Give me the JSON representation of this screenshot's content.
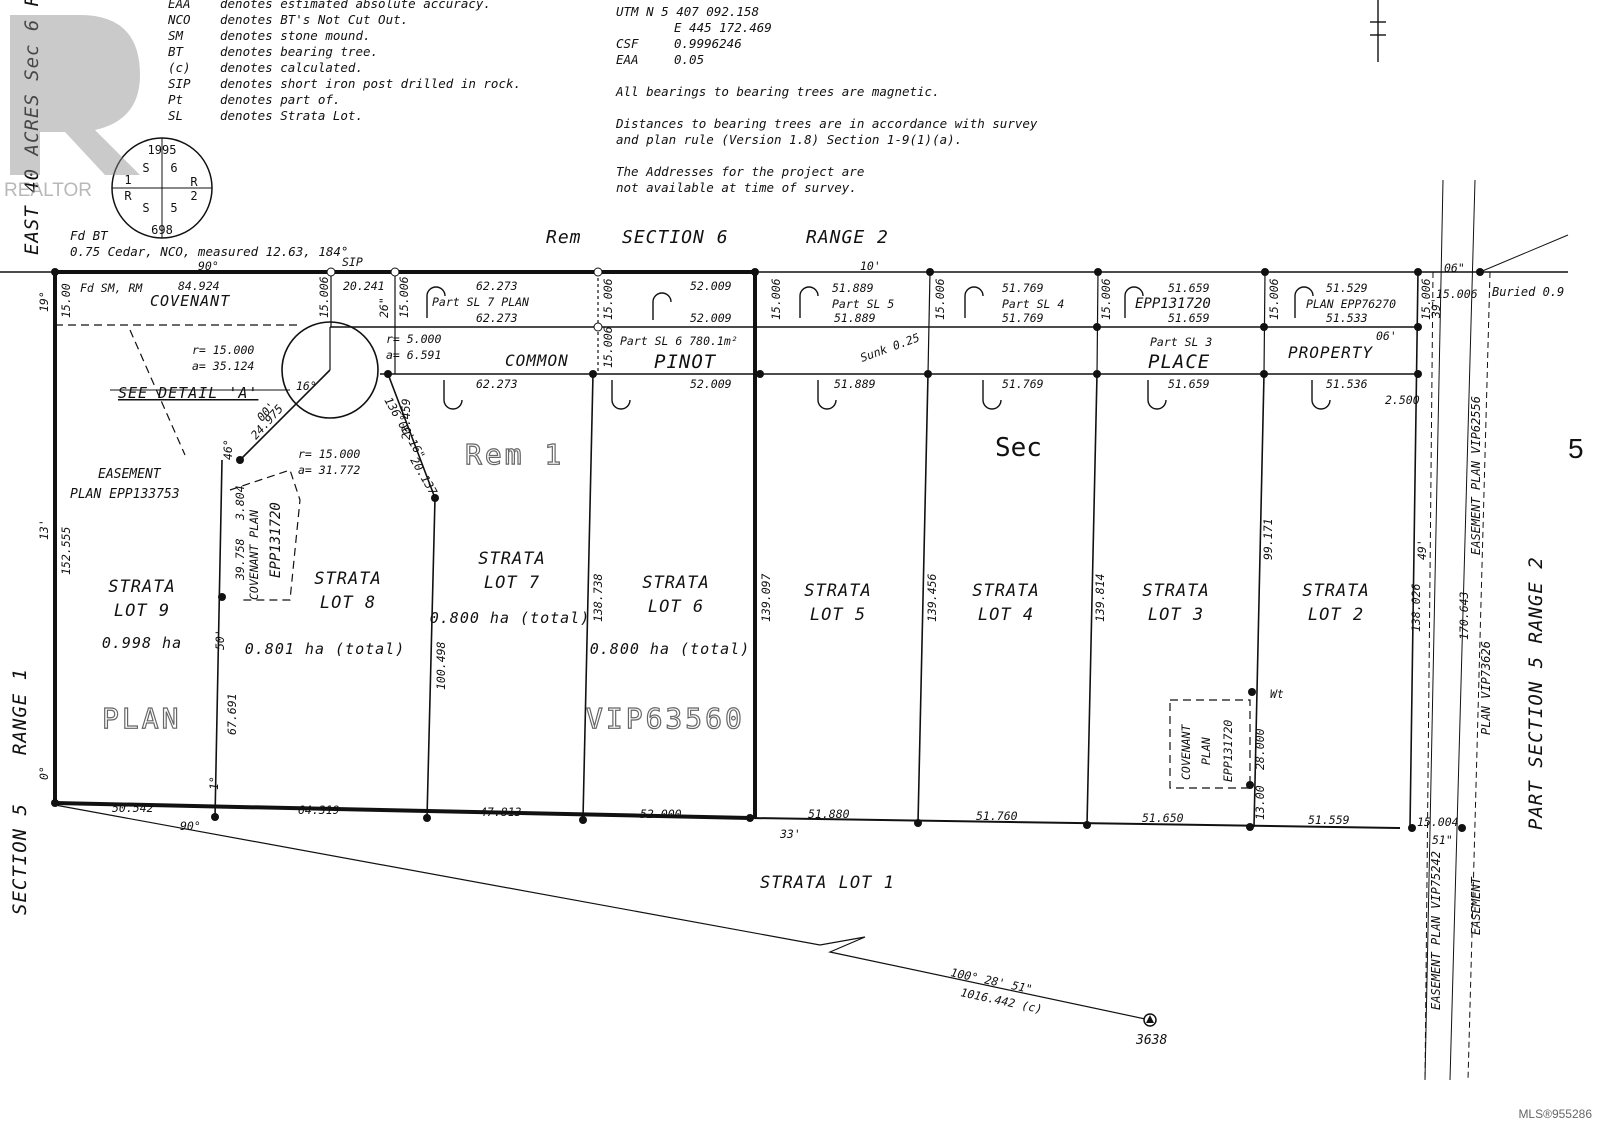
{
  "legend_left": [
    {
      "code": "EAA",
      "text": "denotes estimated absolute accuracy."
    },
    {
      "code": "NCO",
      "text": "denotes BT's Not Cut Out."
    },
    {
      "code": "SM",
      "text": "denotes stone mound."
    },
    {
      "code": "BT",
      "text": "denotes bearing tree."
    },
    {
      "code": "(c)",
      "text": "denotes calculated."
    },
    {
      "code": "SIP",
      "text": "denotes short iron post drilled in rock."
    },
    {
      "code": "Pt",
      "text": "denotes part of."
    },
    {
      "code": "SL",
      "text": "denotes Strata Lot."
    }
  ],
  "notes_right": {
    "utm_n": "UTM N 5 407 092.158",
    "utm_e": "E   445 172.469",
    "csf_label": "CSF",
    "csf_value": "0.9996246",
    "eaa_label": "EAA",
    "eaa_value": "0.05",
    "bearings_note": "All bearings to bearing trees are magnetic.",
    "distances_note_1": "Distances to bearing trees are in accordance with survey",
    "distances_note_2": "and plan rule (Version 1.8) Section 1-9(1)(a).",
    "addresses_note_1": "The Addresses for the project are",
    "addresses_note_2": "not available at time of survey."
  },
  "monument": {
    "year": "1995",
    "id": "698",
    "q1": "S",
    "q2": "6",
    "q3": "R",
    "q4": "2",
    "q5": "S",
    "q6": "5",
    "q7": "R",
    "q8": "1"
  },
  "bearing_tree": {
    "line1": "Fd BT",
    "line2": "0.75 Cedar, NCO, measured 12.63, 184°"
  },
  "section_header": {
    "rem": "Rem",
    "section": "SECTION 6",
    "range": "RANGE 2"
  },
  "side_labels": {
    "left_top": "EAST 40 ACRES  Sec 6 R",
    "left_mid": "RANGE 1",
    "left_bot": "SECTION 5",
    "right_section": "PART SECTION 5  RANGE 2",
    "right_5": "5",
    "easement_plan_vip62556": "EASEMENT PLAN VIP62556",
    "plan_vip73626": "PLAN VIP73626",
    "easement_plan_vip75242": "EASEMENT PLAN VIP75242",
    "easement": "EASEMENT",
    "buried": "Buried 0.9",
    "sec": "Sec"
  },
  "road": {
    "common": "COMMON",
    "pinot": "PINOT",
    "place": "PLACE",
    "property": "PROPERTY",
    "covenant": "COVENANT",
    "fd_sm": "Fd SM, RM"
  },
  "lots": [
    {
      "name": "STRATA",
      "num": "LOT 9",
      "area": "0.998 ha"
    },
    {
      "name": "STRATA",
      "num": "LOT 8",
      "area": "0.801 ha (total)"
    },
    {
      "name": "STRATA",
      "num": "LOT 7",
      "area": "0.800 ha (total)"
    },
    {
      "name": "STRATA",
      "num": "LOT 6",
      "area": "0.800 ha (total)"
    },
    {
      "name": "STRATA",
      "num": "LOT 5",
      "area": ""
    },
    {
      "name": "STRATA",
      "num": "LOT 4",
      "area": ""
    },
    {
      "name": "STRATA",
      "num": "LOT 3",
      "area": ""
    },
    {
      "name": "STRATA",
      "num": "LOT 2",
      "area": ""
    }
  ],
  "strata_lot_1": "STRATA  LOT  1",
  "rem1": "Rem 1",
  "plan_word": "PLAN",
  "plan_number": "VIP63560",
  "parts": {
    "sl7": "Part SL 7 PLAN",
    "sl6": "Part SL 6 780.1m²",
    "sl5": "Part SL 5",
    "sl4": "Part SL 4",
    "sl3": "Part SL 3",
    "epp131720": "EPP131720",
    "plan_epp76270": "PLAN EPP76270"
  },
  "detail": {
    "see_detail": "SEE DETAIL 'A'",
    "r1": "r= 15.000",
    "a1": "a= 35.124",
    "r2": "r= 15.000",
    "a2": "a= 31.772",
    "r3": "r= 5.000",
    "a3": "a= 6.591",
    "easement1": "EASEMENT",
    "easement2": "PLAN EPP133753",
    "cov1": "COVENANT PLAN",
    "cov2": "EPP131720",
    "cov3": "COVENANT",
    "cov4": "PLAN",
    "cov5": "EPP131720"
  },
  "dims": {
    "top": [
      "84.924",
      "20.241",
      "62.273",
      "52.009",
      "51.889",
      "51.769",
      "51.659",
      "51.529"
    ],
    "road_n": [
      "62.273",
      "52.009",
      "51.889",
      "51.769",
      "51.659",
      "51.533"
    ],
    "road_s": [
      "62.273",
      "52.009",
      "51.889",
      "51.769",
      "51.659",
      "51.536"
    ],
    "bottom": [
      "50.542",
      "64.319",
      "47.813",
      "52.000",
      "51.880",
      "51.760",
      "51.650",
      "51.559"
    ],
    "verticals": [
      "152.555",
      "67.691",
      "39.758",
      "3.804",
      "100.498",
      "138.738",
      "139.097",
      "139.456",
      "139.814",
      "99.171",
      "138.026",
      "170.643",
      "28.000",
      "13.00"
    ],
    "road_w": [
      "15.00",
      "15.006",
      "15.006",
      "15.006",
      "15.006",
      "15.006",
      "15.006",
      "15.006",
      "15.006",
      "15.006"
    ],
    "misc": [
      "24.975",
      "23.459",
      "20.137",
      "2.500",
      "15.006",
      "15.004"
    ],
    "angles": [
      "90°",
      "19°",
      "13'",
      "0°",
      "90°",
      "06\"",
      "26\"",
      "50'",
      "1°",
      "10'",
      "33'",
      "06'",
      "39'",
      "49'",
      "51\"",
      "46°",
      "16°",
      "00'",
      "136°00'16\"",
      "Sunk 0.25",
      "SIP",
      "Wt"
    ]
  },
  "survey_point": {
    "id": "3638",
    "bearing": "100°  28'  51\"",
    "distance": "1016.442 (c)"
  },
  "watermark": {
    "realtor": "REALTOR",
    "mls": "MLS®955286"
  }
}
